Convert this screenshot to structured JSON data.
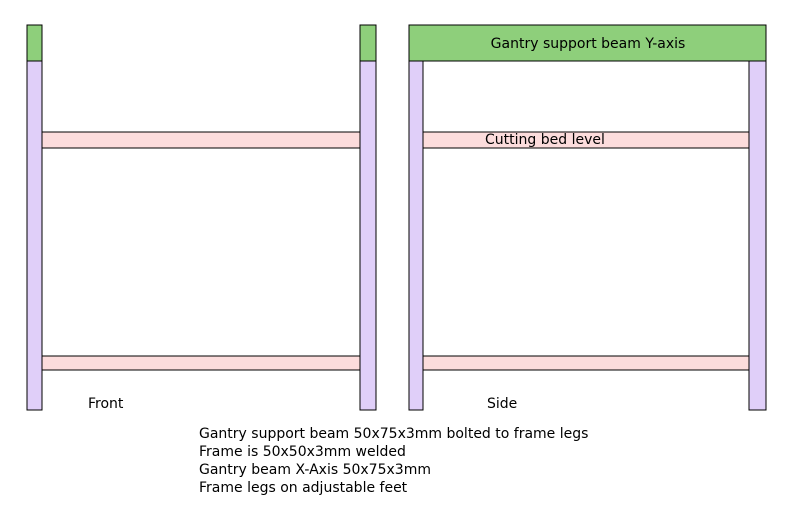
{
  "colors": {
    "leg": "#e0cff9",
    "gantry": "#8ecf7b",
    "crossbar": "#fcdcdc",
    "outline": "#000000"
  },
  "labels": {
    "gantry_beam": "Gantry support beam Y-axis",
    "cutting_bed": "Cutting bed level",
    "front_view": "Front",
    "side_view": "Side"
  },
  "notes": [
    "Gantry support beam 50x75x3mm bolted to frame legs",
    "Frame is 50x50x3mm welded",
    "Gantry beam X-Axis 50x75x3mm",
    "Frame legs on adjustable feet"
  ]
}
